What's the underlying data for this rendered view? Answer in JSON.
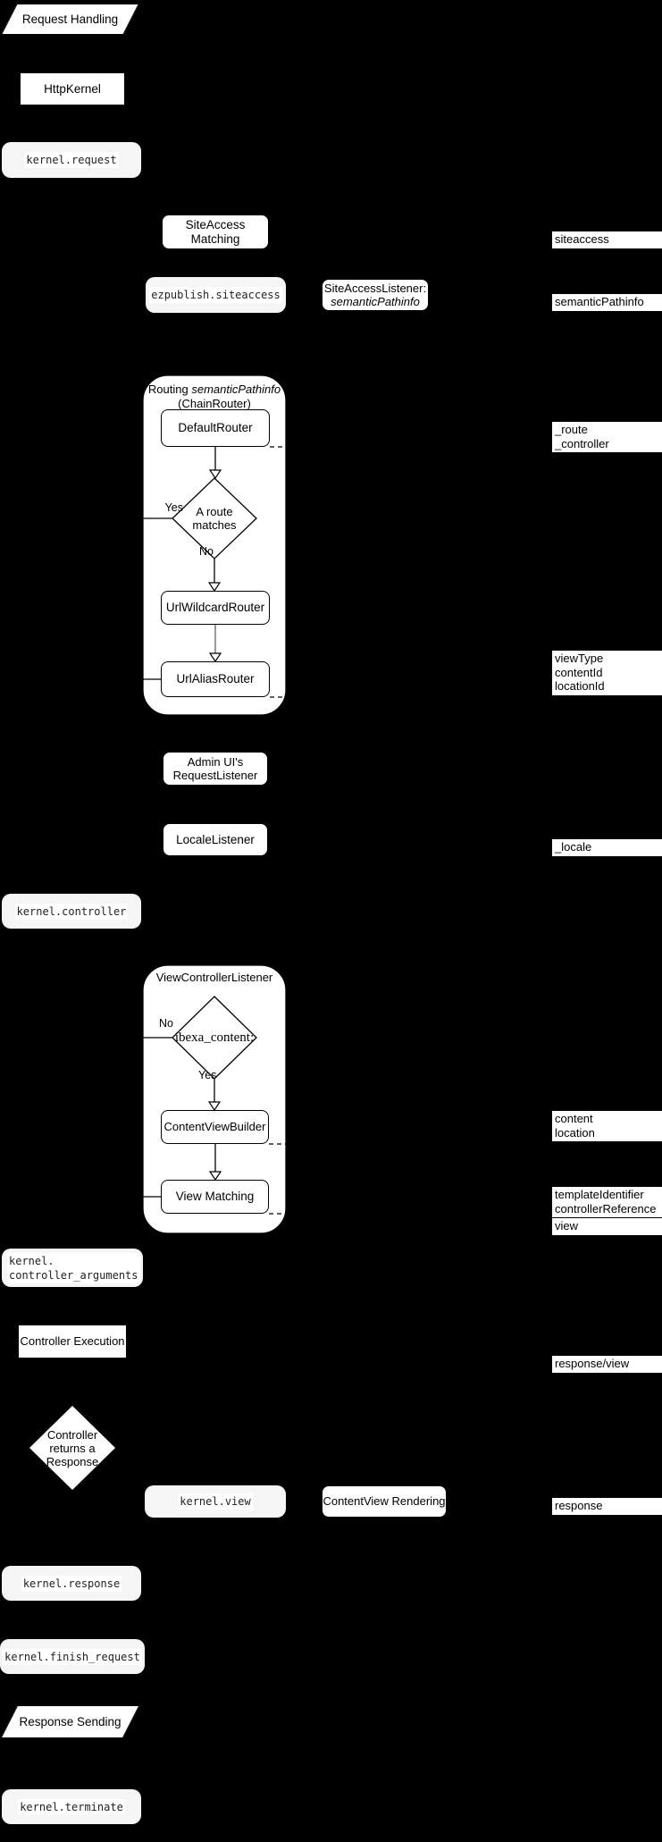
{
  "colors": {
    "background": "#000000",
    "node_fill": "#ffffff",
    "event_fill": "#f5f5f5",
    "stroke": "#000000",
    "gray_connector": "#999999"
  },
  "nodes": {
    "request_handling": "Request Handling",
    "http_kernel": "HttpKernel",
    "kernel_request": "kernel.request",
    "siteaccess_matching": "SiteAccess Matching",
    "ezpublish_siteaccess": "ezpublish.siteaccess",
    "siteaccess_listener_line1": "SiteAccessListener:",
    "siteaccess_listener_line2": "semanticPathinfo",
    "routing_title_prefix": "Routing ",
    "routing_title_italic": "semanticPathinfo",
    "routing_title_line2": "(ChainRouter)",
    "default_router": "DefaultRouter",
    "route_matches": "A route\nmatches",
    "yes": "Yes",
    "no": "No",
    "url_wildcard_router": "UrlWildcardRouter",
    "url_alias_router": "UrlAliasRouter",
    "admin_request_listener": "Admin UI's\nRequestListener",
    "locale_listener": "LocaleListener",
    "kernel_controller": "kernel.controller",
    "view_controller_listener_title": "ViewControllerListener",
    "ibexa_content": "ibexa_content:",
    "content_view_builder": "ContentViewBuilder",
    "view_matching": "View Matching",
    "kernel_controller_arguments": "kernel.\ncontroller_arguments",
    "controller_execution": "Controller Execution",
    "controller_returns_response": "Controller\nreturns a\nResponse",
    "kernel_view": "kernel.view",
    "contentview_rendering": "ContentView Rendering",
    "kernel_response": "kernel.response",
    "kernel_finish_request": "kernel.finish_request",
    "response_sending": "Response Sending",
    "kernel_terminate": "kernel.terminate"
  },
  "side_labels": {
    "siteaccess": "siteaccess",
    "semantic_pathinfo": "semanticPathinfo",
    "route_controller": "_route\n_controller",
    "view_params": "viewType\ncontentId\nlocationId",
    "locale": "_locale",
    "content_location": "content\nlocation",
    "template_controller_ref": "templateIdentifier\ncontrollerReference",
    "view": "view",
    "response_view": "response/view",
    "response": "response"
  }
}
